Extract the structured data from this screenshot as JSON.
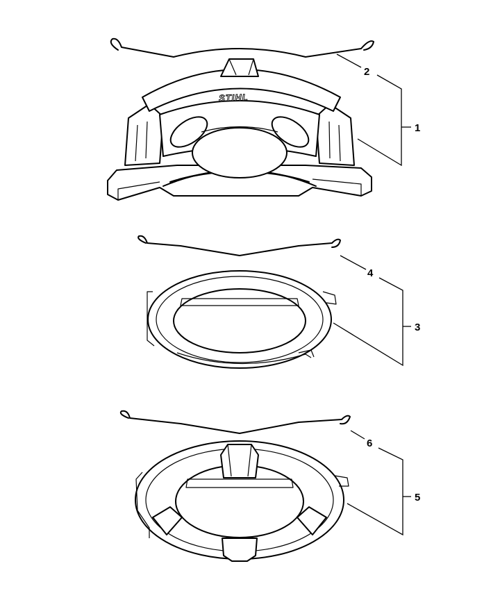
{
  "brand_logo": "STIHL",
  "callouts": [
    {
      "id": "callout-1",
      "number": "1"
    },
    {
      "id": "callout-2",
      "number": "2"
    },
    {
      "id": "callout-3",
      "number": "3"
    },
    {
      "id": "callout-4",
      "number": "4"
    },
    {
      "id": "callout-5",
      "number": "5"
    },
    {
      "id": "callout-6",
      "number": "6"
    }
  ],
  "colors": {
    "line": "#000000",
    "background": "#ffffff"
  }
}
